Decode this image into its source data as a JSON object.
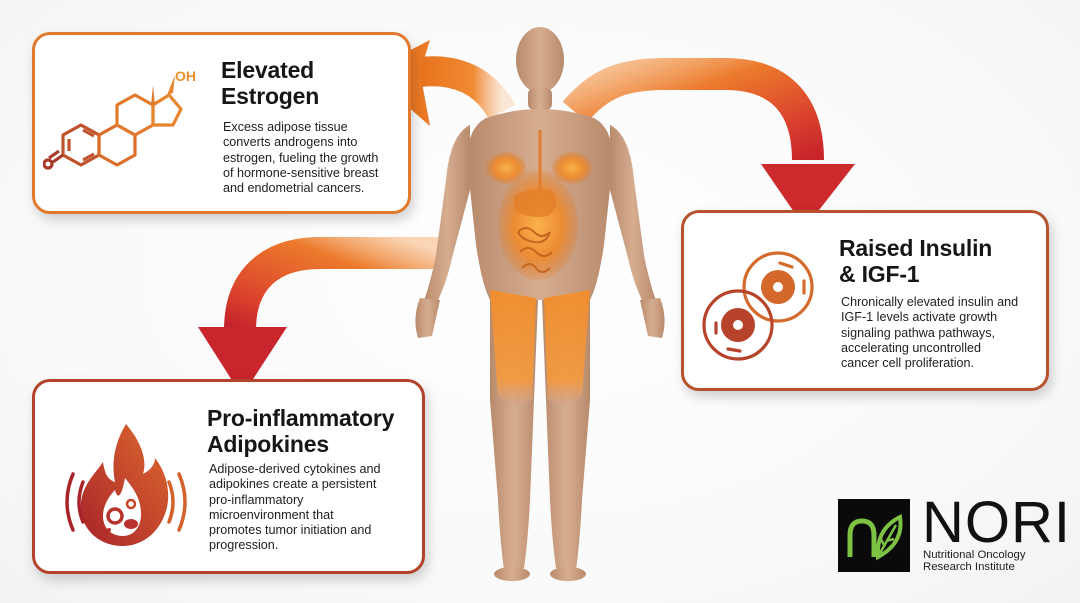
{
  "figure": {
    "theme_colors": {
      "orange": "#E8731E",
      "orange_light": "#F2994A",
      "red": "#C9282C",
      "rust": "#B94A2A",
      "card1_border": "#E27A2E",
      "card2_border": "#B6532E",
      "card3_border": "#B4432B",
      "logo_green": "#7DC242"
    },
    "center": {
      "illustration": "human-body-anatomy-figure"
    },
    "cards": [
      {
        "id": "estrogen",
        "icon": "estradiol-molecule-icon",
        "icon_label": "OH",
        "title_line1": "Elevated",
        "title_line2": "Estrogen",
        "desc_lines": [
          "Excess adipose tissue",
          "converts androgens into",
          "estrogen, fueling the growth",
          "of hormone-sensitive breast",
          "and endometrial cancers."
        ]
      },
      {
        "id": "insulin",
        "icon": "dividing-cells-icon",
        "title_line1": "Raised Insulin",
        "title_line2": "& IGF-1",
        "desc_lines": [
          "Chronically elevated insulin and",
          "IGF-1 levels activate growth",
          "signaling pathwa pathways,",
          "accelerating uncontrolled",
          "cancer cell proliferation."
        ]
      },
      {
        "id": "inflammation",
        "icon": "inflammation-flame-icon",
        "title_line1": "Pro-inflammatory",
        "title_line2": "Adipokines",
        "desc_lines": [
          "Adipose-derived cytokines and",
          "adipokines create a persistent",
          "pro-inflammatory",
          "microenvironment that",
          "promotes tumor initiation and",
          "progression."
        ]
      }
    ],
    "arrows": [
      {
        "from": "body",
        "to": "estrogen",
        "direction": "up-left"
      },
      {
        "from": "body",
        "to": "insulin",
        "direction": "right-down"
      },
      {
        "from": "body",
        "to": "inflammation",
        "direction": "left-down"
      }
    ],
    "logo": {
      "wordmark": "NORI",
      "subtitle_line1": "Nutritional Oncology",
      "subtitle_line2": "Research Institute"
    }
  }
}
